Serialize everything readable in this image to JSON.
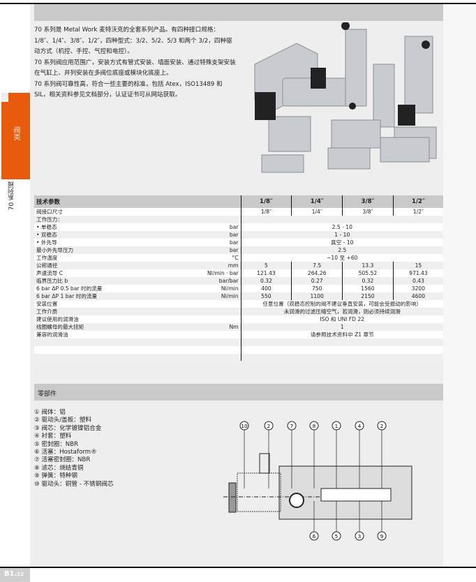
{
  "intro": [
    "70 系列是 Metal Work 麦特沃克的全套系列产品。有四种接口规格：1/8″、1/4″、3/8″、1/2″，四种型式：3/2、5/2、5/3 和两个 3/2，四种驱动方式（机控、手控、气控和电控）。",
    "70 系列阀应用范围广，安装方式有管式安装、墙面安装、通过特殊支架安装在气缸上、并列安装在多阀位底座或模块化底座上。",
    "70 系列阀可靠性高，符合一些主要的标准，包括 Atex，ISO13489 和 SIL，相关资料参见文档部分，认证证书可从网站获取。"
  ],
  "side": {
    "tab": "阀类",
    "series": "70 系列阀"
  },
  "table": {
    "header": [
      "技术参数",
      "1/8″",
      "1/4″",
      "3/8″",
      "1/2″"
    ],
    "rows": [
      {
        "label": "阀接口尺寸",
        "unit": "",
        "values": [
          "1/8″",
          "1/4″",
          "3/8″",
          "1/2″"
        ]
      },
      {
        "label": "工作压力：",
        "unit": "",
        "span": ""
      },
      {
        "label": "• 单稳态",
        "unit": "bar",
        "span": "2.5 - 10"
      },
      {
        "label": "• 双稳态",
        "unit": "bar",
        "span": "1 - 10"
      },
      {
        "label": "• 外先导",
        "unit": "bar",
        "span": "真空 - 10"
      },
      {
        "label": "最小外先导压力",
        "unit": "bar",
        "span": "2.5"
      },
      {
        "label": "工作温度",
        "unit": "°C",
        "span": "−10 至 +60"
      },
      {
        "label": "公称通径",
        "unit": "mm",
        "values": [
          "5",
          "7.5",
          "13.3",
          "15"
        ]
      },
      {
        "label": "声速流导 C",
        "unit": "Nl/min · bar",
        "values": [
          "121.43",
          "264.26",
          "505.52",
          "971.43"
        ]
      },
      {
        "label": "临界压力比 b",
        "unit": "bar/bar",
        "values": [
          "0.32",
          "0.27",
          "0.32",
          "0.43"
        ]
      },
      {
        "label": "6 bar ΔP 0.5 bar 时的流量",
        "unit": "Nl/min",
        "values": [
          "400",
          "750",
          "1560",
          "3200"
        ]
      },
      {
        "label": "6 bar ΔP 1 bar 时的流量",
        "unit": "Nl/min",
        "values": [
          "550",
          "1100",
          "2150",
          "4600"
        ]
      },
      {
        "label": "安装位置",
        "unit": "",
        "span": "任意位置（双稳态控制的阀不建议垂直安装，可能会受振动的影响）"
      },
      {
        "label": "工作介质",
        "unit": "",
        "span": "未润滑的过滤压缩空气，若润滑，则必须持续润滑"
      },
      {
        "label": "建议使用的润滑油",
        "unit": "",
        "span": "ISO 和 UNI FD 22"
      },
      {
        "label": "线圈螺母的最大扭矩",
        "unit": "Nm",
        "span": "1"
      },
      {
        "label": "兼容的润滑油",
        "unit": "",
        "span": "请参照技术资料中 Z1 章节"
      },
      {
        "label": "",
        "unit": "",
        "span": ""
      },
      {
        "label": "",
        "unit": "",
        "span": ""
      },
      {
        "label": "",
        "unit": "",
        "span": ""
      }
    ]
  },
  "parts": {
    "title": "零部件",
    "items": [
      "① 阀体：铝",
      "② 驱动头/盖板：塑料",
      "③ 阀芯：化学镀镍铝合金",
      "④ 衬套：塑料",
      "⑤ 密封圈：NBR",
      "⑥ 活塞：Hostaform®",
      "⑦ 活塞密封圈：NBR",
      "⑧ 滤芯：烧结青铜",
      "⑨ 弹簧：特种钢",
      "⑩ 驱动头：铜管 - 不锈钢阀芯"
    ]
  },
  "diagram": {
    "top": [
      "10",
      "2",
      "7",
      "8",
      "1",
      "4",
      "2"
    ],
    "bottom": [
      "6",
      "5",
      "3",
      "9"
    ]
  },
  "page": {
    "main": "B1.",
    "sub": "12"
  }
}
